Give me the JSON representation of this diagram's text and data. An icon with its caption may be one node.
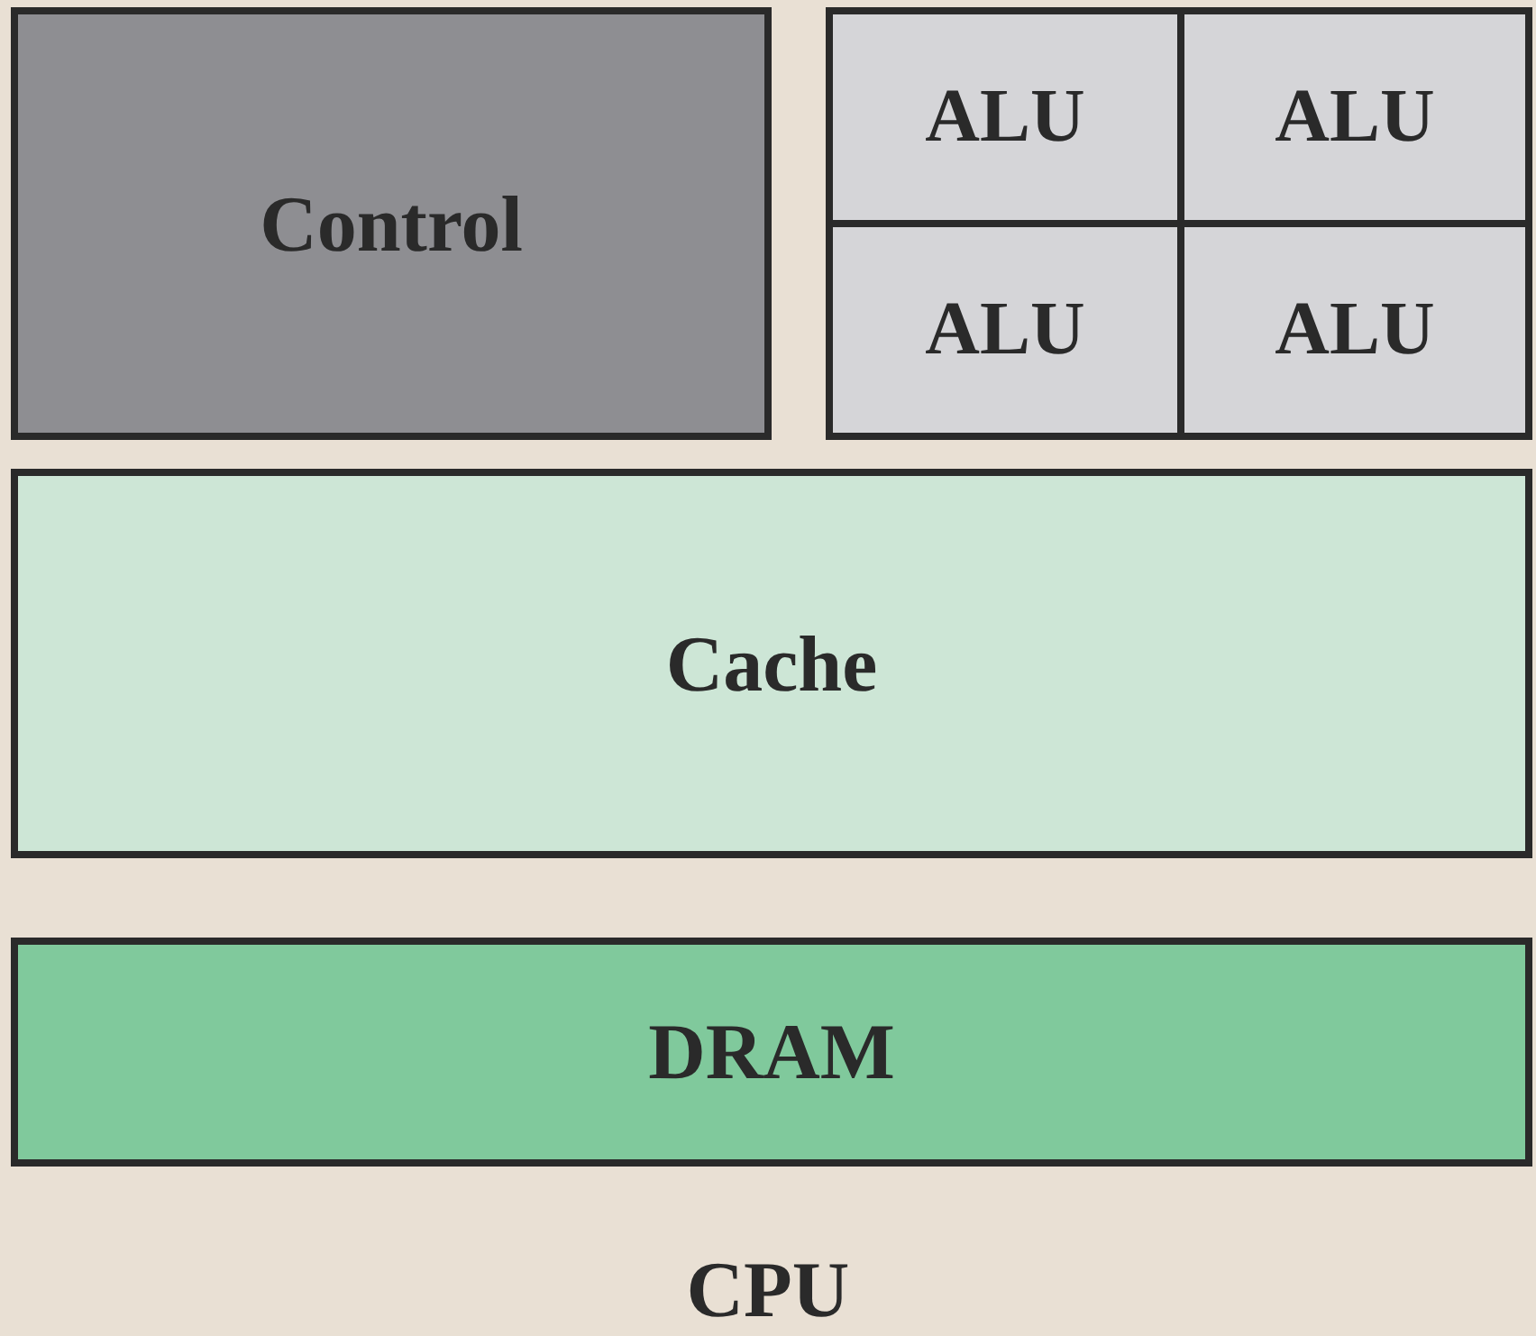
{
  "diagram": {
    "caption": "CPU",
    "nodes": [
      {
        "text": [
          "Control"
        ]
      },
      {
        "text": [
          "ALU"
        ]
      },
      {
        "text": [
          "ALU"
        ]
      },
      {
        "text": [
          "ALU"
        ]
      },
      {
        "text": [
          "ALU"
        ]
      },
      {
        "text": [
          "Cache"
        ]
      },
      {
        "text": [
          "DRAM"
        ]
      }
    ],
    "edges": []
  }
}
